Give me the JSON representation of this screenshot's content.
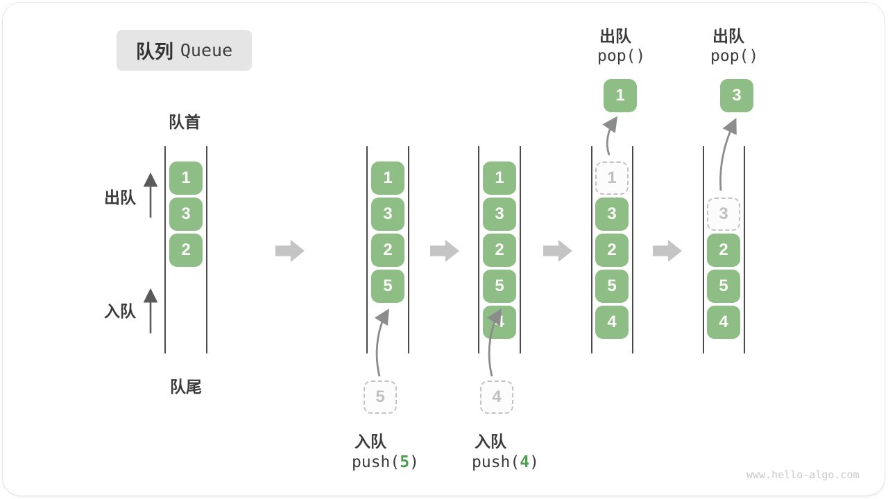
{
  "title": {
    "badge_zh": "队列",
    "badge_en": "Queue"
  },
  "side_labels": {
    "front": "队首",
    "rear": "队尾",
    "dequeue": "出队",
    "enqueue": "入队"
  },
  "watermark": "www.hello-algo.com",
  "colors": {
    "box_green": "#8ebd85",
    "code_arg_green": "#4e9c50",
    "block_arrow_grey": "#c4c4c4",
    "curve_arrow_grey": "#8c8c8c",
    "ghost_grey": "#c2c2c2",
    "text_dark": "#3a3a3a"
  },
  "queues": [
    {
      "name": "state-initial",
      "slots": [
        {
          "value": "1",
          "style": "filled"
        },
        {
          "value": "3",
          "style": "filled"
        },
        {
          "value": "2",
          "style": "filled"
        }
      ]
    },
    {
      "name": "state-after-push-5",
      "slots": [
        {
          "value": "1",
          "style": "filled"
        },
        {
          "value": "3",
          "style": "filled"
        },
        {
          "value": "2",
          "style": "filled"
        },
        {
          "value": "5",
          "style": "filled"
        }
      ],
      "staged": {
        "value": "5"
      }
    },
    {
      "name": "state-after-push-4",
      "slots": [
        {
          "value": "1",
          "style": "filled"
        },
        {
          "value": "3",
          "style": "filled"
        },
        {
          "value": "2",
          "style": "filled"
        },
        {
          "value": "5",
          "style": "filled"
        },
        {
          "value": "4",
          "style": "filled"
        }
      ],
      "staged": {
        "value": "4"
      }
    },
    {
      "name": "state-pop-1",
      "slots": [
        {
          "value": "1",
          "style": "ghost"
        },
        {
          "value": "3",
          "style": "filled"
        },
        {
          "value": "2",
          "style": "filled"
        },
        {
          "value": "5",
          "style": "filled"
        },
        {
          "value": "4",
          "style": "filled"
        }
      ],
      "popped": {
        "value": "1"
      }
    },
    {
      "name": "state-pop-3",
      "slots": [
        {
          "value": "3",
          "style": "ghost"
        },
        {
          "value": "2",
          "style": "filled"
        },
        {
          "value": "5",
          "style": "filled"
        },
        {
          "value": "4",
          "style": "filled"
        }
      ],
      "popped": {
        "value": "3"
      }
    }
  ],
  "operations": {
    "push5": {
      "action": "入队",
      "code_pre": "push(",
      "arg": "5",
      "code_post": ")"
    },
    "push4": {
      "action": "入队",
      "code_pre": "push(",
      "arg": "4",
      "code_post": ")"
    },
    "pop1": {
      "action": "出队",
      "code": "pop()"
    },
    "pop3": {
      "action": "出队",
      "code": "pop()"
    }
  }
}
